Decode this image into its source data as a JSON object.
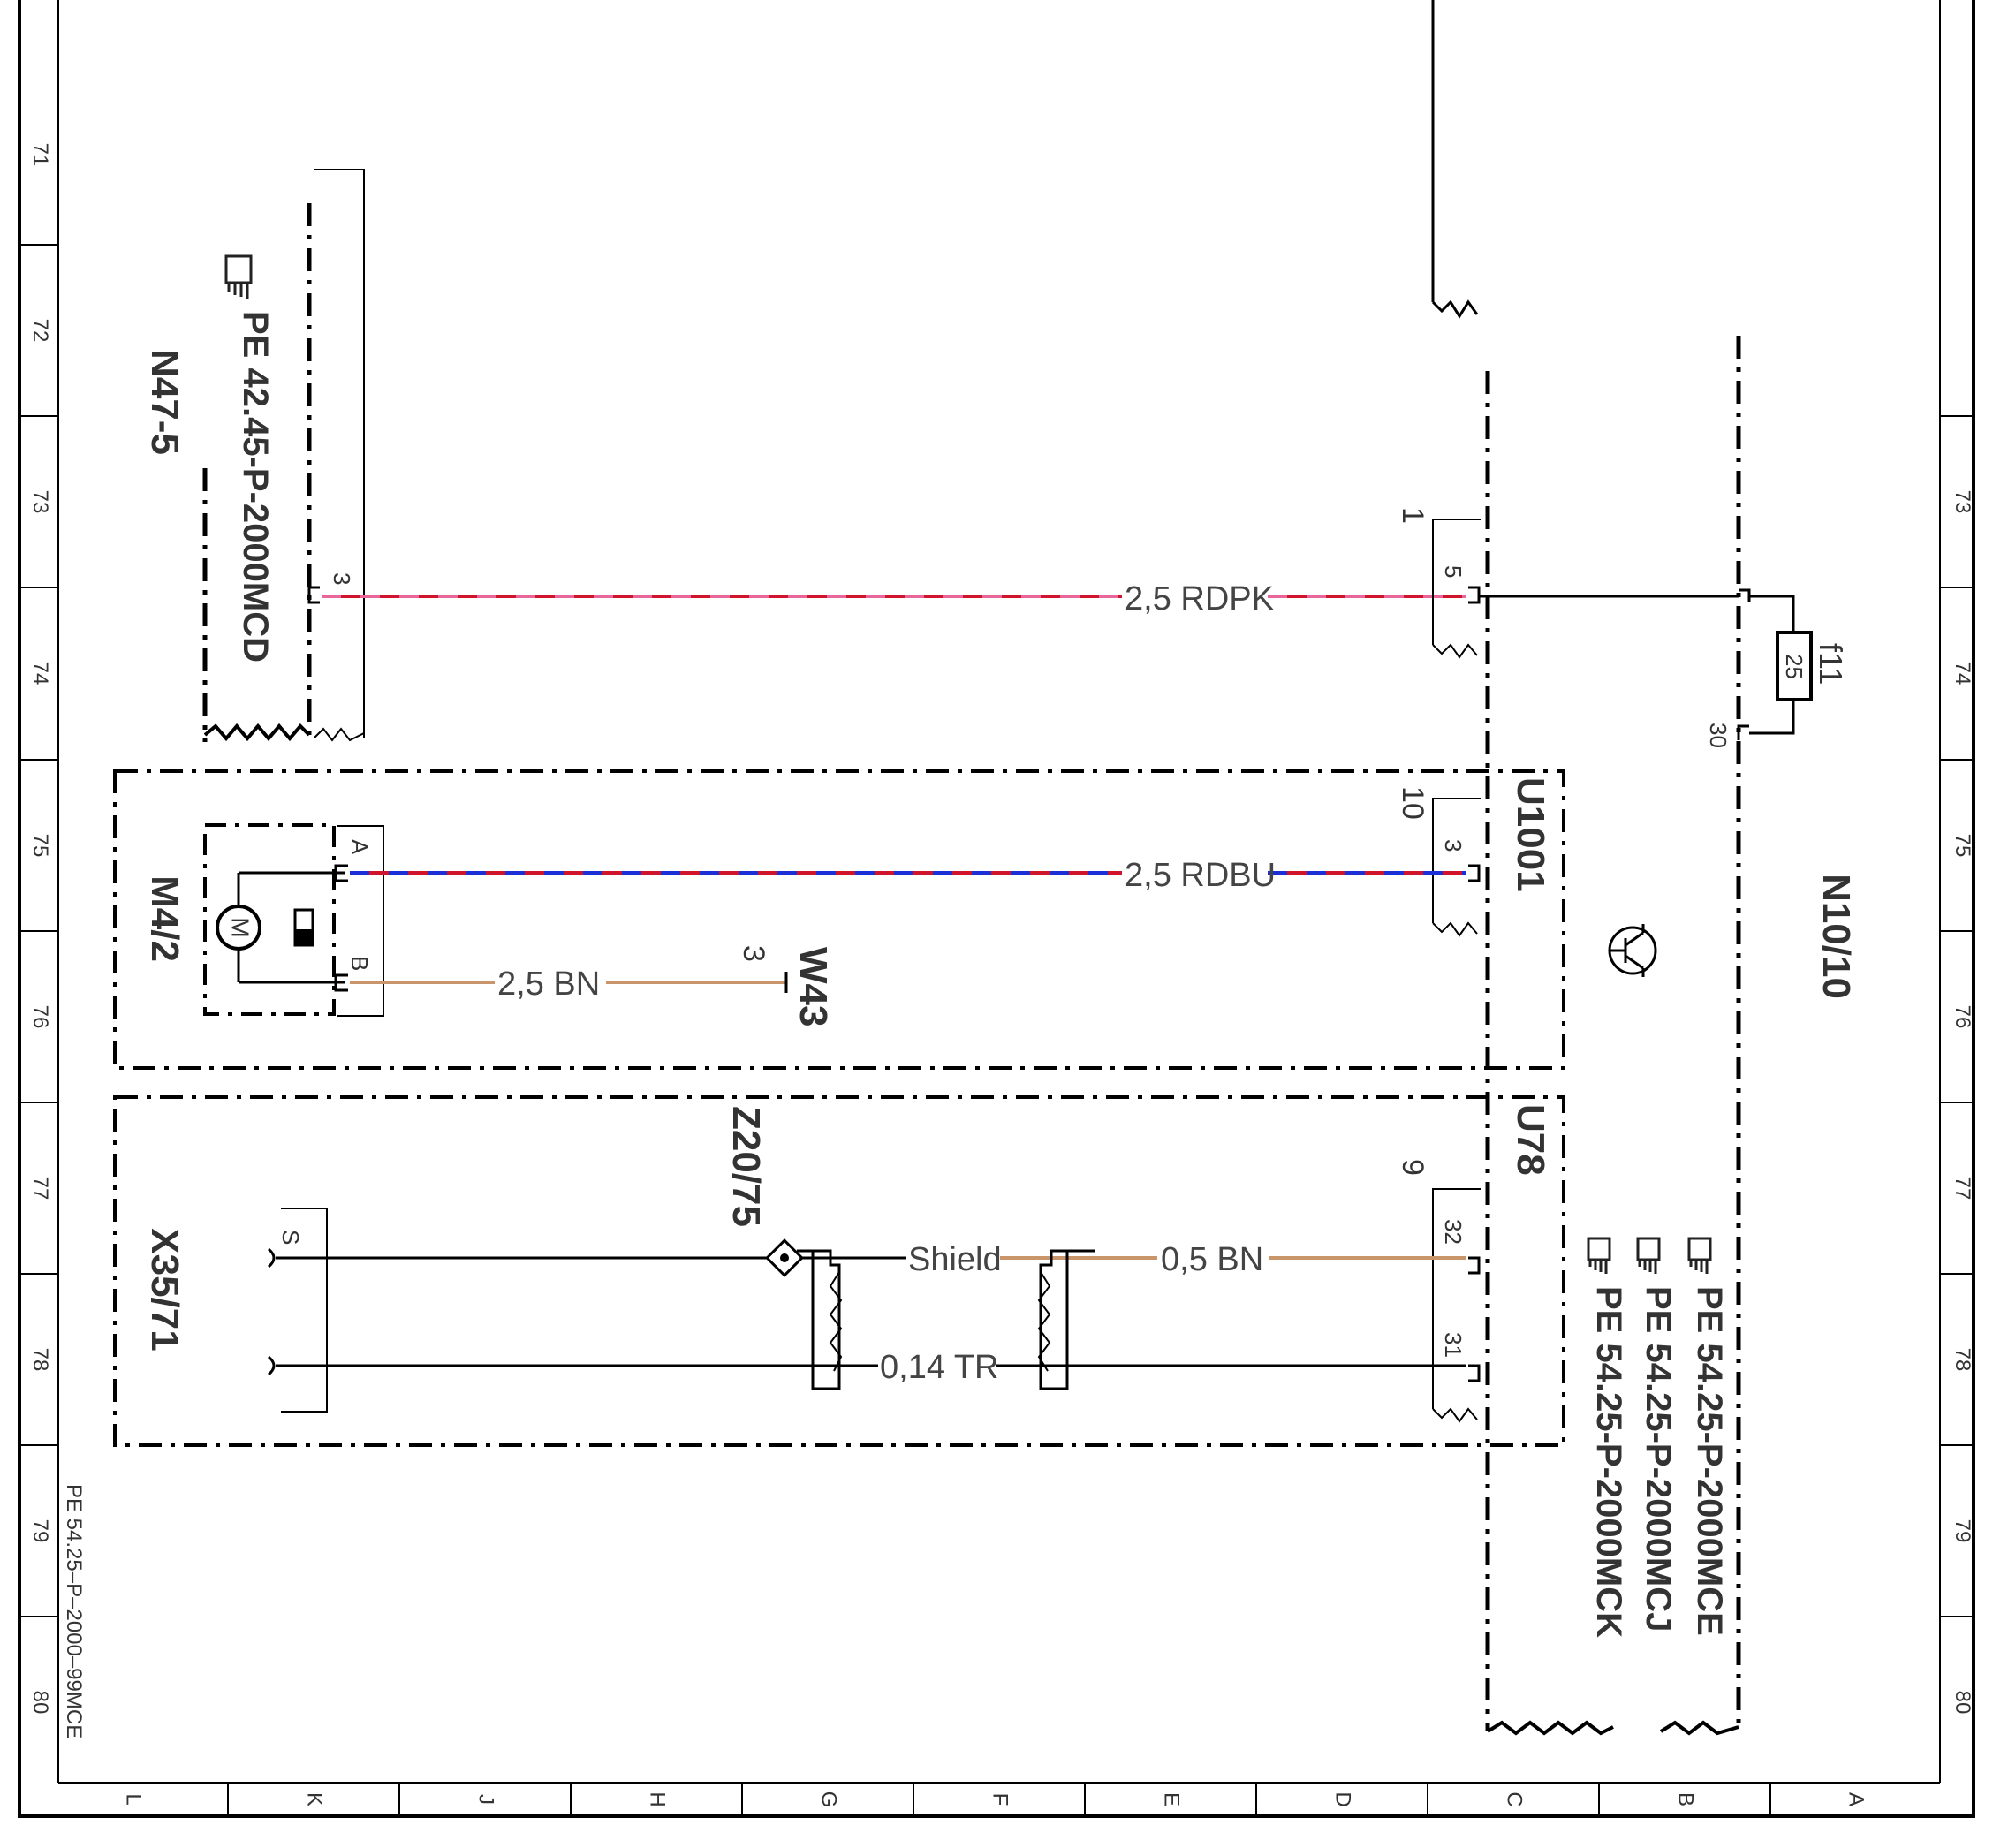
{
  "title_block": {
    "doc_ref": "PE 54.25–P–2000–99MCE"
  },
  "grid": {
    "rows": [
      "71",
      "72",
      "73",
      "74",
      "75",
      "76",
      "77",
      "78",
      "79",
      "80"
    ],
    "columns": [
      "L",
      "K",
      "J",
      "H",
      "G",
      "F",
      "E",
      "D",
      "C",
      "B",
      "A"
    ]
  },
  "components": {
    "n47_5": "N47-5",
    "n47_5_ref": "PE 42.45-P-2000MCD",
    "m4_2": "M4/2",
    "m4_2_symbol": "M",
    "w43": "W43",
    "x35_71": "X35/71",
    "z20_75": "Z20/75",
    "u1001": "U1001",
    "u78": "U78",
    "n10_10": "N10/10",
    "f11": "f11",
    "f11_rating": "25",
    "n10_10_refs": [
      "PE 54.25-P-2000MCE",
      "PE 54.25-P-2000MCJ",
      "PE 54.25-P-2000MCK"
    ]
  },
  "pins": {
    "n47_pin": "3",
    "m4_pin_a": "A",
    "m4_pin_b": "B",
    "w43_pin": "3",
    "x35_pin": "S",
    "conn1_num": "1",
    "conn1_pin": "5",
    "conn10_num": "10",
    "conn10_pin": "3",
    "conn9_num": "9",
    "conn9_pin_a": "32",
    "conn9_pin_b": "31",
    "f11_pin": "30"
  },
  "wires": {
    "rdpk": "2,5 RDPK",
    "rdbu": "2,5 RDBU",
    "bn": "2,5 BN",
    "shield": "Shield",
    "bn05": "0,5 BN",
    "tr": "0,14 TR"
  },
  "colors": {
    "red": "#d0142b",
    "pink": "#e9669a",
    "blue": "#1a2fd6",
    "brown": "#c8966a",
    "black": "#000000"
  },
  "icons": [
    "hand-pointer-icon",
    "transistor-icon",
    "motor-icon",
    "shield-connector-icon"
  ]
}
